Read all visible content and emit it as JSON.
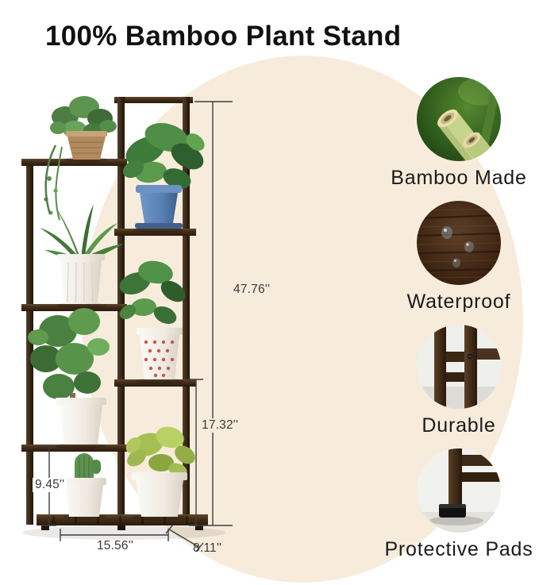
{
  "title": "100% Bamboo Plant Stand",
  "dimensions": {
    "total_height": "47.76''",
    "middle_height": "17.32''",
    "bottom_height": "9.45''",
    "width": "15.56''",
    "depth": "8.11''"
  },
  "features": [
    {
      "label": "Bamboo Made",
      "icon": "bamboo-stalks-photo"
    },
    {
      "label": "Waterproof",
      "icon": "dark-wood-grain-photo"
    },
    {
      "label": "Durable",
      "icon": "bamboo-frame-joint-photo"
    },
    {
      "label": "Protective Pads",
      "icon": "leg-foot-pad-photo"
    }
  ],
  "product_image": {
    "description": "6-tier dark bamboo plant stand holding 7 potted plants",
    "pot_count": 7
  },
  "colors": {
    "background": "#ffffff",
    "ellipse": "#f7ecdc",
    "wood_dark": "#3a281b",
    "blue_pot": "#577fb2",
    "title_text": "#111111",
    "dimension_lines": "#3f3f3f",
    "label_text": "#1b1b1b"
  }
}
